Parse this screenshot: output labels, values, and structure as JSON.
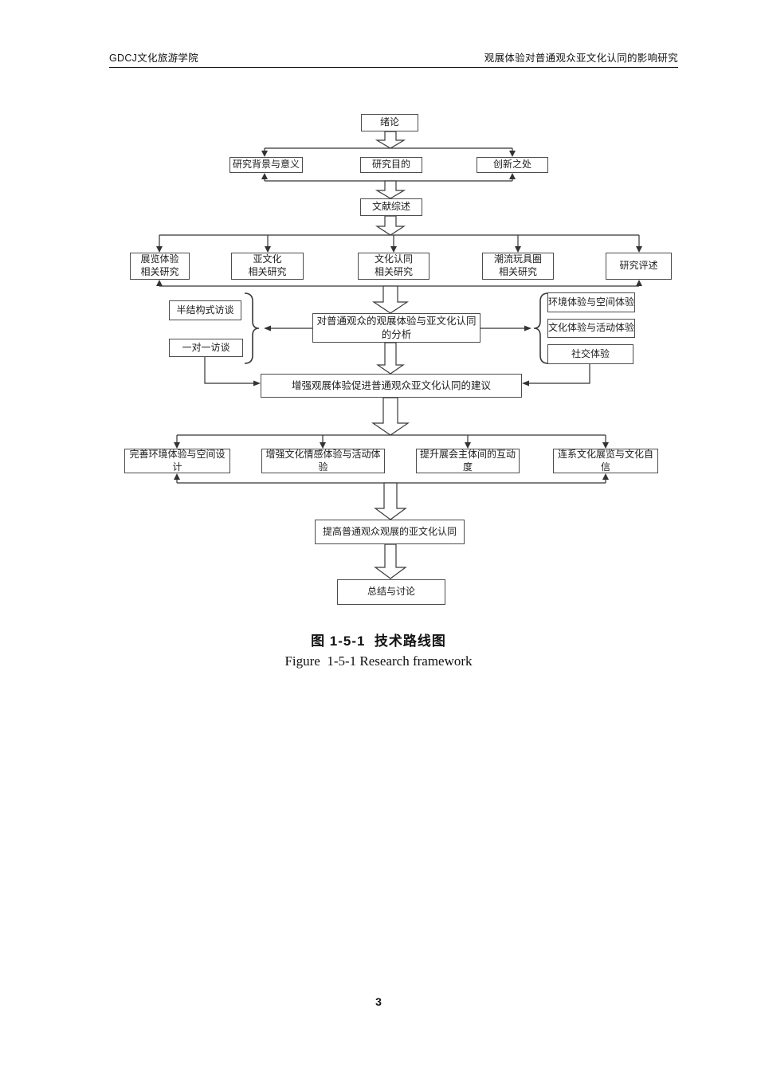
{
  "header": {
    "left": "GDCJ文化旅游学院",
    "right": "观展体验对普通观众亚文化认同的影响研究"
  },
  "flowchart": {
    "nodes": {
      "intro": "绪论",
      "background": "研究背景与意义",
      "purpose": "研究目的",
      "innovation": "创新之处",
      "literature": "文献综述",
      "exhibition_research": "展览体验\n相关研究",
      "subculture_research": "亚文化\n相关研究",
      "identity_research": "文化认同\n相关研究",
      "trendy_toys_research": "潮流玩具圈\n相关研究",
      "review": "研究评述",
      "semi_interview": "半结构式访谈",
      "one_on_one_interview": "一对一访谈",
      "analysis": "对普通观众的观展体验与亚文化认同的分析",
      "env_experience": "环境体验与空间体验",
      "cultural_experience": "文化体验与活动体验",
      "social_experience": "社交体验",
      "suggestion": "增强观展体验促进普通观众亚文化认同的建议",
      "env_design": "完善环境体验与空间设计",
      "emotion_experience": "增强文化情感体验与活动体验",
      "interactivity": "提升展会主体间的互动度",
      "culture_confidence": "连系文化展览与文化自信",
      "improve_identity": "提高普通观众观展的亚文化认同",
      "conclusion": "总结与讨论"
    }
  },
  "caption": {
    "zh": "图 1-5-1  技术路线图",
    "en": "Figure  1-5-1 Research framework"
  },
  "page_number": "3",
  "colors": {
    "box_border": "#4d4d4d",
    "line": "#333333",
    "text": "#1c1c1c"
  }
}
